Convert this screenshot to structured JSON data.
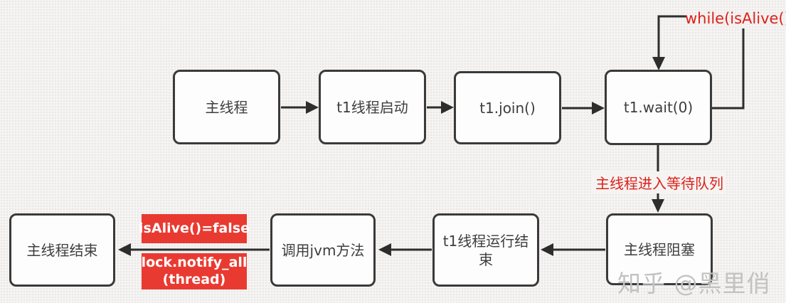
{
  "diagram": {
    "nodes": [
      {
        "id": "main-thread",
        "label": "主线程"
      },
      {
        "id": "t1-thread-start",
        "label": "t1线程启动"
      },
      {
        "id": "t1-join",
        "label": "t1.join()"
      },
      {
        "id": "t1-wait",
        "label": "t1.wait(0)"
      },
      {
        "id": "main-thread-blocked",
        "label": "主线程阻塞"
      },
      {
        "id": "t1-thread-run-end",
        "label": "t1线程运行结束"
      },
      {
        "id": "call-jvm-method",
        "label": "调用jvm方法"
      },
      {
        "id": "main-thread-end",
        "label": "主线程结束"
      }
    ],
    "annotations": {
      "loop_condition": "while(isAlive())",
      "wait_queue": "主线程进入等待队列"
    },
    "badges": [
      {
        "label": "isAlive()=false"
      },
      {
        "label": "lock.notify_all (thread)"
      }
    ],
    "watermark": "知乎 @黑里俏",
    "colors": {
      "annotation_red": "#de201a",
      "badge_bg": "#e93a31",
      "badge_text": "#ffffff",
      "line": "#2d2d2d",
      "node_border": "#3a3a3a",
      "node_text": "#3d3d3d",
      "watermark_gray": "#c2c2c2"
    }
  }
}
